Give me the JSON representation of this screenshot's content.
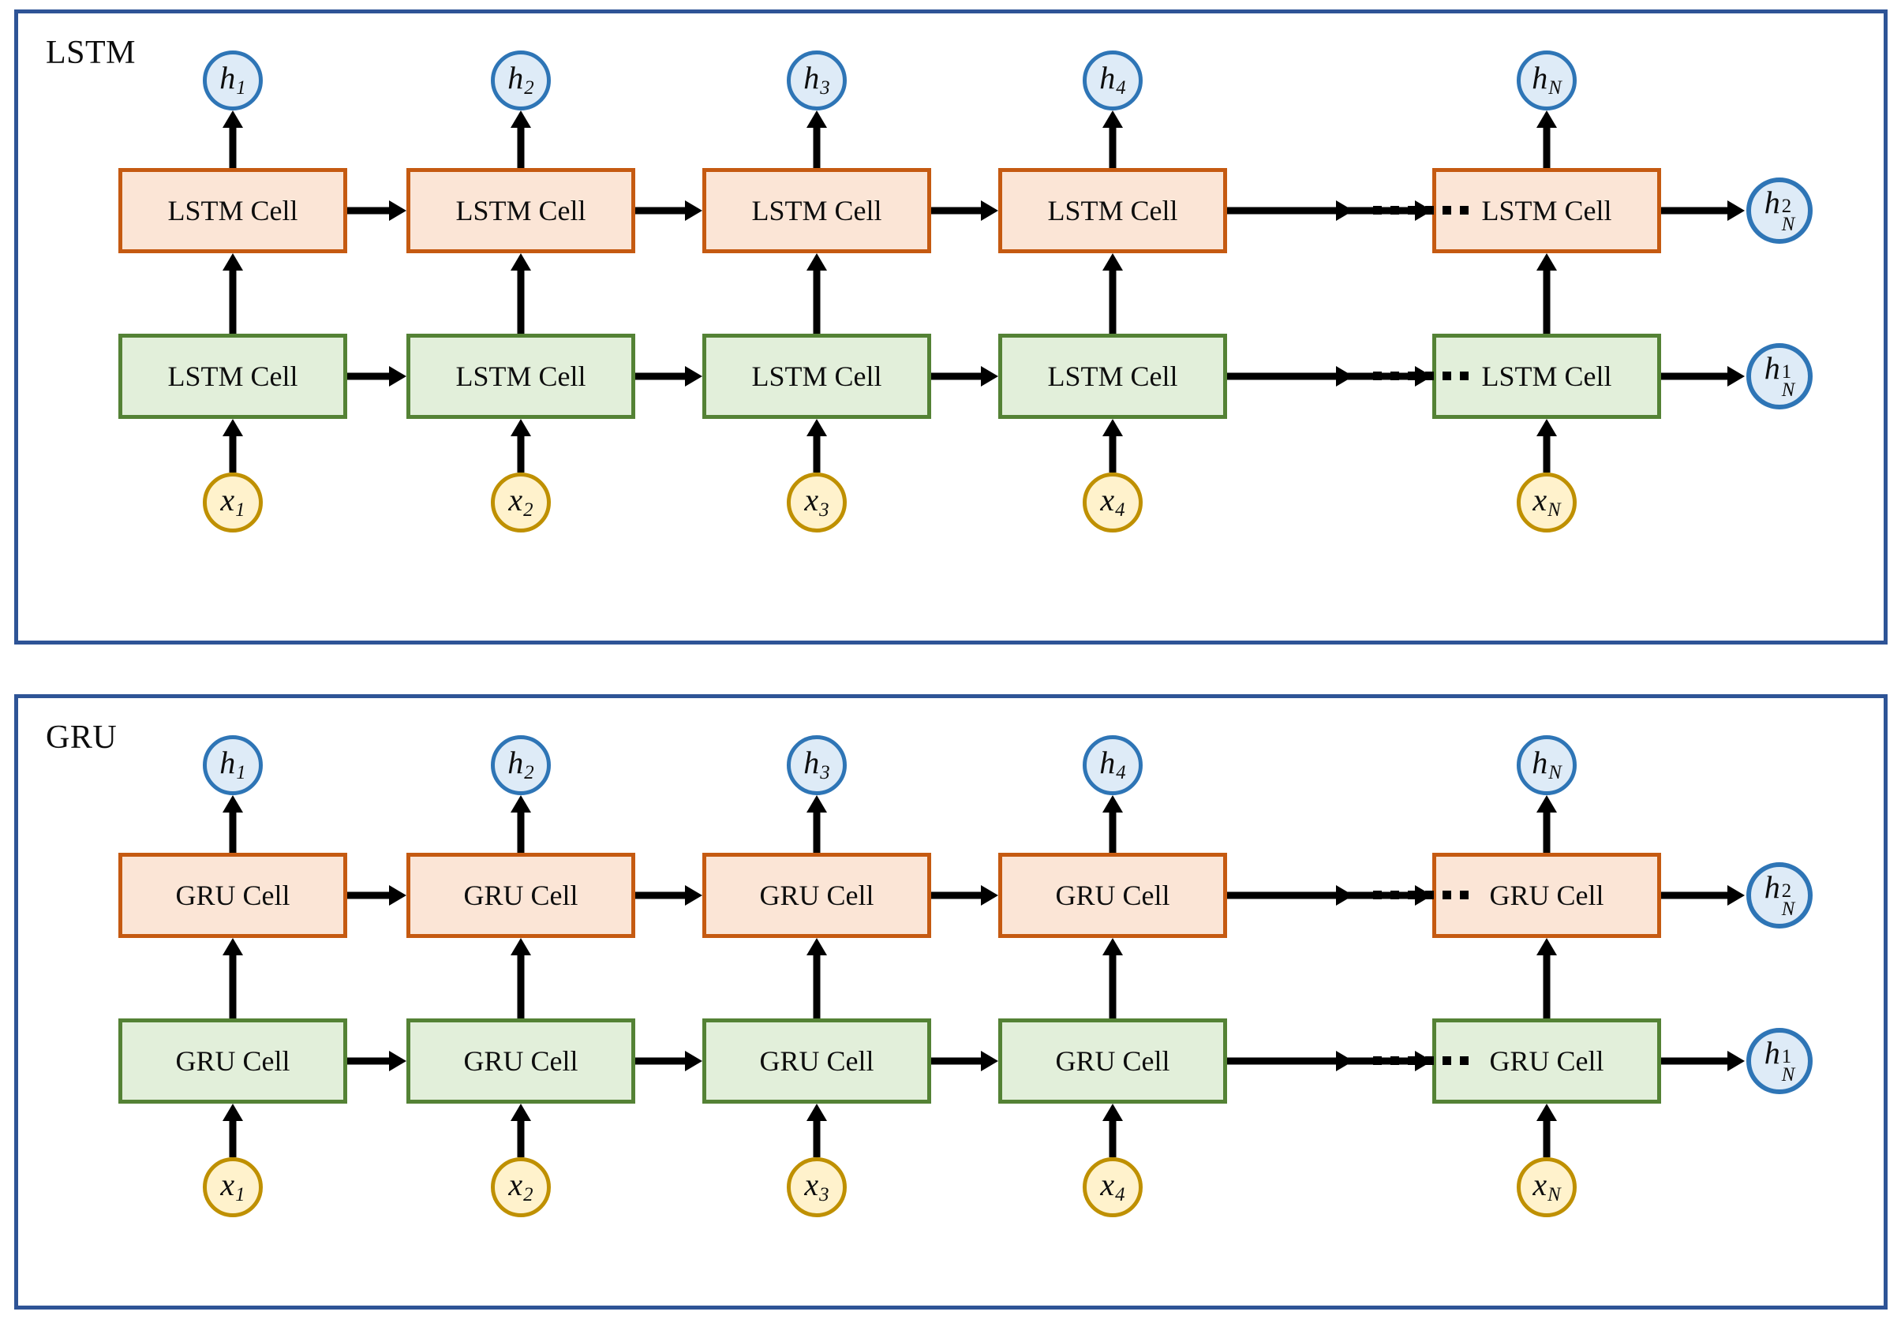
{
  "figure": {
    "type": "neural-network-architecture-diagram",
    "description": "Two stacked two-layer recurrent network unrollings: LSTM and GRU",
    "colors": {
      "panel_border": "#2E5496",
      "top_layer_border": "#C55A11",
      "top_layer_fill": "#FBE5D6",
      "bottom_layer_border": "#548235",
      "bottom_layer_fill": "#E2EFDA",
      "hidden_node_border": "#2E75B6",
      "hidden_node_fill": "#DEEBF7",
      "input_node_border": "#BF9000",
      "input_node_fill": "#FFF2CC",
      "arrow": "#000000",
      "background": "#FFFFFF"
    }
  },
  "panels": [
    {
      "id": "lstm",
      "title": "LSTM",
      "cell_label": "LSTM Cell",
      "timesteps": [
        {
          "input": {
            "base": "x",
            "sub": "1"
          },
          "output": {
            "base": "h",
            "sub": "1"
          },
          "cell_top": "LSTM Cell",
          "cell_bottom": "LSTM Cell"
        },
        {
          "input": {
            "base": "x",
            "sub": "2"
          },
          "output": {
            "base": "h",
            "sub": "2"
          },
          "cell_top": "LSTM Cell",
          "cell_bottom": "LSTM Cell"
        },
        {
          "input": {
            "base": "x",
            "sub": "3"
          },
          "output": {
            "base": "h",
            "sub": "3"
          },
          "cell_top": "LSTM Cell",
          "cell_bottom": "LSTM Cell"
        },
        {
          "input": {
            "base": "x",
            "sub": "4"
          },
          "output": {
            "base": "h",
            "sub": "4"
          },
          "cell_top": "LSTM Cell",
          "cell_bottom": "LSTM Cell"
        },
        {
          "input": {
            "base": "x",
            "sub": "N"
          },
          "output": {
            "base": "h",
            "sub": "N"
          },
          "cell_top": "LSTM Cell",
          "cell_bottom": "LSTM Cell"
        }
      ],
      "final_states": {
        "top": {
          "base": "h",
          "sup": "2",
          "sub": "N"
        },
        "bottom": {
          "base": "h",
          "sup": "1",
          "sub": "N"
        }
      },
      "ellipsis": "......"
    },
    {
      "id": "gru",
      "title": "GRU",
      "cell_label": "GRU Cell",
      "timesteps": [
        {
          "input": {
            "base": "x",
            "sub": "1"
          },
          "output": {
            "base": "h",
            "sub": "1"
          },
          "cell_top": "GRU Cell",
          "cell_bottom": "GRU Cell"
        },
        {
          "input": {
            "base": "x",
            "sub": "2"
          },
          "output": {
            "base": "h",
            "sub": "2"
          },
          "cell_top": "GRU Cell",
          "cell_bottom": "GRU Cell"
        },
        {
          "input": {
            "base": "x",
            "sub": "3"
          },
          "output": {
            "base": "h",
            "sub": "3"
          },
          "cell_top": "GRU Cell",
          "cell_bottom": "GRU Cell"
        },
        {
          "input": {
            "base": "x",
            "sub": "4"
          },
          "output": {
            "base": "h",
            "sub": "4"
          },
          "cell_top": "GRU Cell",
          "cell_bottom": "GRU Cell"
        },
        {
          "input": {
            "base": "x",
            "sub": "N"
          },
          "output": {
            "base": "h",
            "sub": "N"
          },
          "cell_top": "GRU Cell",
          "cell_bottom": "GRU Cell"
        }
      ],
      "final_states": {
        "top": {
          "base": "h",
          "sup": "2",
          "sub": "N"
        },
        "bottom": {
          "base": "h",
          "sup": "1",
          "sub": "N"
        }
      },
      "ellipsis": "......"
    }
  ]
}
